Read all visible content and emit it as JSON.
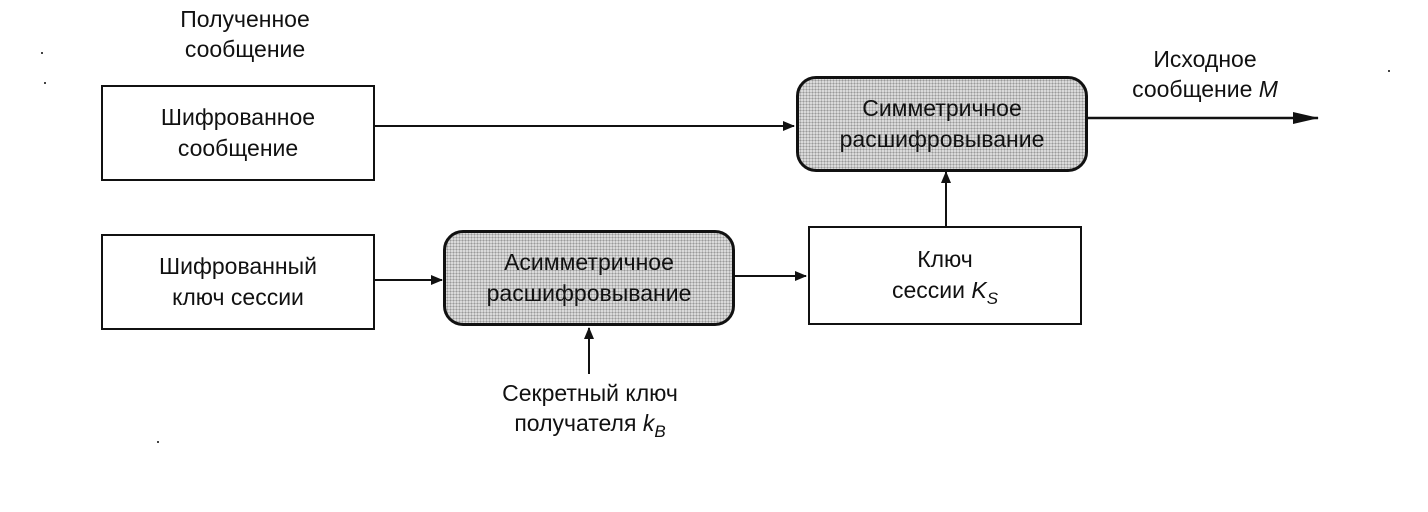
{
  "received": {
    "line1": "Полученное",
    "line2": "сообщение"
  },
  "encrypted_message": {
    "line1": "Шифрованное",
    "line2": "сообщение"
  },
  "encrypted_session_key": {
    "line1": "Шифрованный",
    "line2": "ключ сессии"
  },
  "asymmetric": {
    "line1": "Асимметричное",
    "line2": "расшифровывание"
  },
  "symmetric": {
    "line1": "Симметричное",
    "line2": "расшифровывание"
  },
  "session_key": {
    "line1": "Ключ",
    "line2_text": "сессии ",
    "symbol": "K",
    "subscript": "S"
  },
  "output": {
    "line1": "Исходное",
    "line2_text": "сообщение ",
    "symbol": "M"
  },
  "secret_key": {
    "line1": "Секретный ключ",
    "line2_text": "получателя ",
    "symbol": "k",
    "subscript": "B"
  }
}
